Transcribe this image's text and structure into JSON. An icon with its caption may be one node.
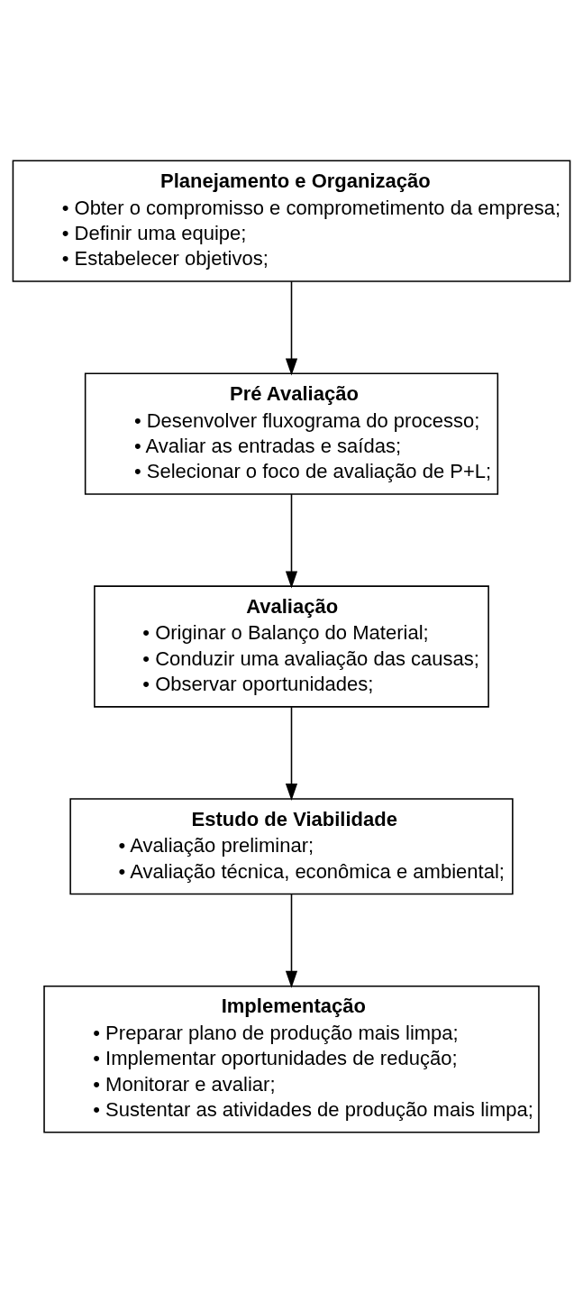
{
  "diagram": {
    "nodes": [
      {
        "text": [
          "Planejamento e Organização",
          "• Obter o compromisso e comprometimento da empresa;",
          "• Definir uma equipe;",
          "• Estabelecer objetivos;"
        ]
      },
      {
        "text": [
          "Pré Avaliação",
          "• Desenvolver fluxograma do processo;",
          "• Avaliar as entradas e saídas;",
          "• Selecionar o foco de avaliação de P+L;"
        ]
      },
      {
        "text": [
          "Avaliação",
          "• Originar o Balanço do Material;",
          "• Conduzir uma avaliação das causas;",
          "• Observar oportunidades;"
        ]
      },
      {
        "text": [
          "Estudo de Viabilidade",
          "• Avaliação preliminar;",
          "• Avaliação técnica, econômica e ambiental;"
        ]
      },
      {
        "text": [
          "Implementação",
          "• Preparar plano de produção mais limpa;",
          "• Implementar oportunidades de redução;",
          "• Monitorar e avaliar;",
          "• Sustentar as atividades de produção mais limpa;"
        ]
      }
    ],
    "edges": [
      {
        "from": 0,
        "to": 1,
        "arrow": "to"
      },
      {
        "from": 1,
        "to": 2,
        "arrow": "to"
      },
      {
        "from": 2,
        "to": 3,
        "arrow": "to"
      },
      {
        "from": 3,
        "to": 4,
        "arrow": "to"
      }
    ]
  }
}
